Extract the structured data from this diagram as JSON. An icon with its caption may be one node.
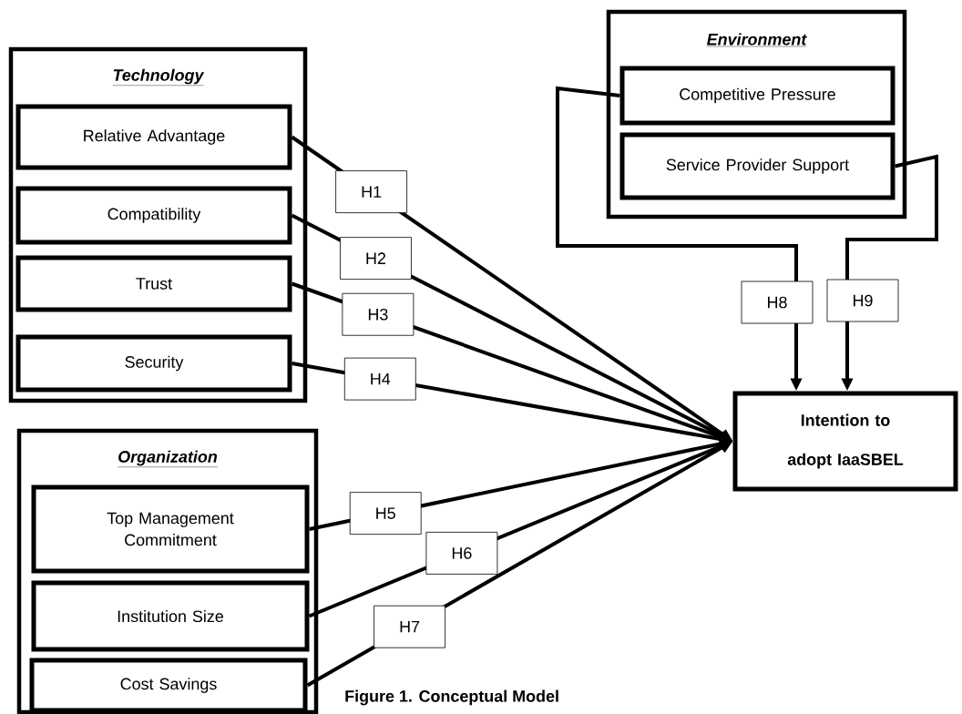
{
  "diagram": {
    "caption": "Figure 1. Conceptual Model",
    "nodes": [
      {
        "text": [
          "Technology"
        ]
      },
      {
        "text": [
          "Relative Advantage"
        ],
        "in": 0
      },
      {
        "text": [
          "Compatibility"
        ],
        "in": 0
      },
      {
        "text": [
          "Trust"
        ],
        "in": 0
      },
      {
        "text": [
          "Security"
        ],
        "in": 0
      },
      {
        "text": [
          "Environment"
        ]
      },
      {
        "text": [
          "Competitive Pressure"
        ],
        "in": 5
      },
      {
        "text": [
          "Service Provider Support"
        ],
        "in": 5
      },
      {
        "text": [
          "Intention to adopt IaaSBEL"
        ]
      },
      {
        "text": [
          "Organization"
        ]
      },
      {
        "text": [
          "Top Management Commitment"
        ],
        "in": 9
      },
      {
        "text": [
          "Institution Size"
        ],
        "in": 9
      },
      {
        "text": [
          "Cost Savings"
        ],
        "in": 9
      }
    ],
    "edges": [
      {
        "from": 1,
        "to": 8,
        "arrow": "to",
        "label": "H1"
      },
      {
        "from": 2,
        "to": 8,
        "arrow": "to",
        "label": "H2"
      },
      {
        "from": 3,
        "to": 8,
        "arrow": "to",
        "label": "H3"
      },
      {
        "from": 4,
        "to": 8,
        "arrow": "to",
        "label": "H4"
      },
      {
        "from": 10,
        "to": 8,
        "arrow": "to",
        "label": "H5"
      },
      {
        "from": 11,
        "to": 8,
        "arrow": "to",
        "label": "H6"
      },
      {
        "from": 12,
        "to": 8,
        "arrow": "to",
        "label": "H7"
      },
      {
        "from": 6,
        "to": 8,
        "arrow": "to",
        "label": "H8"
      },
      {
        "from": 7,
        "to": 8,
        "arrow": "to",
        "label": "H9"
      }
    ]
  }
}
